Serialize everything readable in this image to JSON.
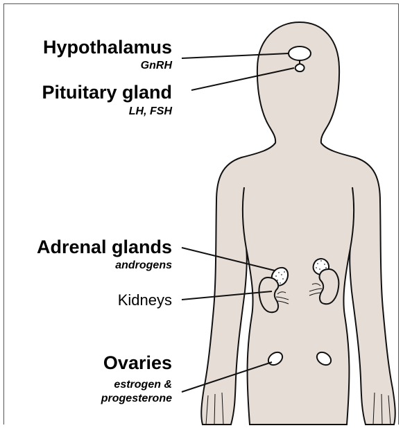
{
  "labels": {
    "hypothalamus": {
      "name": "Hypothalamus",
      "hormone": "GnRH"
    },
    "pituitary": {
      "name": "Pituitary gland",
      "hormone": "LH, FSH"
    },
    "adrenal": {
      "name": "Adrenal glands",
      "hormone": "androgens"
    },
    "kidneys": {
      "name": "Kidneys"
    },
    "ovaries": {
      "name": "Ovaries",
      "hormone_line1": "estrogen &",
      "hormone_line2": "progesterone"
    }
  },
  "colors": {
    "body_fill": "#e6ddd6",
    "outline": "#111111",
    "organ_fill": "#ffffff",
    "kidney_fill": "#e6ddd6"
  }
}
